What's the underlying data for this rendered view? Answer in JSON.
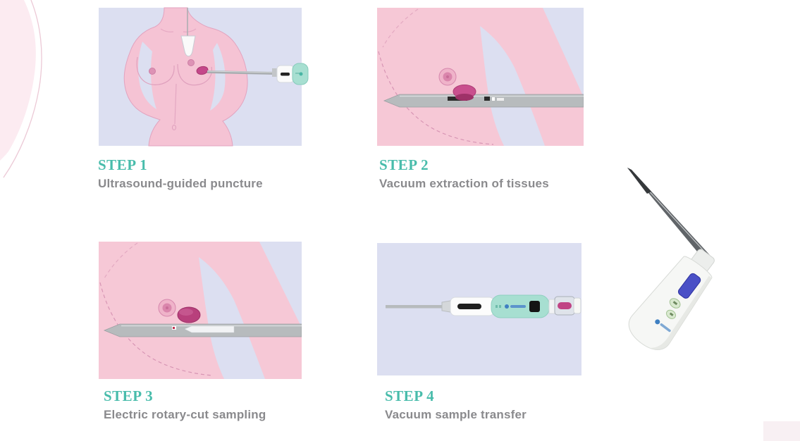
{
  "steps": [
    {
      "label": "STEP 1",
      "caption": "Ultrasound-guided puncture"
    },
    {
      "label": "STEP 2",
      "caption": "Vacuum extraction of tissues"
    },
    {
      "label": "STEP 3",
      "caption": "Electric rotary-cut sampling"
    },
    {
      "label": "STEP 4",
      "caption": "Vacuum sample transfer"
    }
  ],
  "colors": {
    "step_heading": "#48bcab",
    "caption_gray": "#8a8a8d",
    "panel_bg": "#dcdff1",
    "skin_pink": "#f5c3d4",
    "skin_stroke": "#e2a3bf",
    "lesion_magenta": "#c4478a",
    "needle_gray": "#b7bbbd",
    "device_teal": "#a7dfd1",
    "photo_display_blue": "#4a50c6",
    "decor_pink": "#fcebf1"
  }
}
